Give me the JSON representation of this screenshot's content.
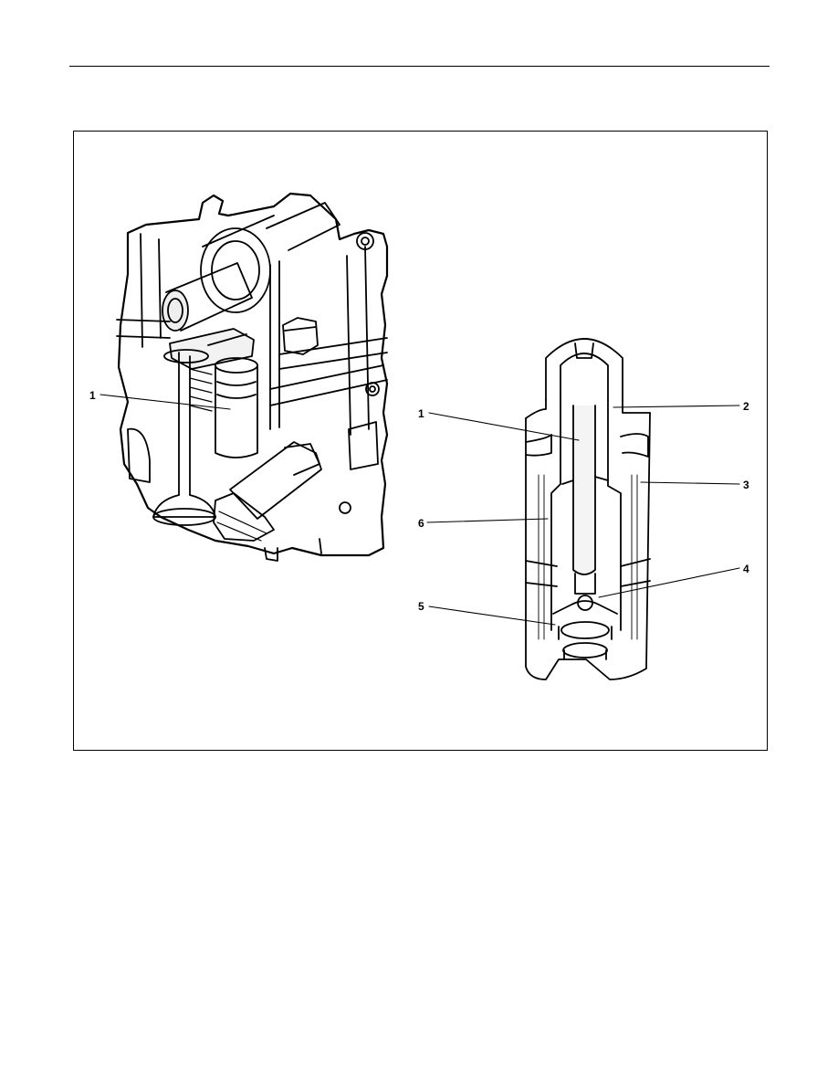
{
  "figure": {
    "left_view": {
      "callouts": [
        {
          "num": "1"
        }
      ]
    },
    "right_view": {
      "callouts": [
        {
          "num": "1"
        },
        {
          "num": "2"
        },
        {
          "num": "3"
        },
        {
          "num": "4"
        },
        {
          "num": "5"
        },
        {
          "num": "6"
        }
      ]
    }
  }
}
